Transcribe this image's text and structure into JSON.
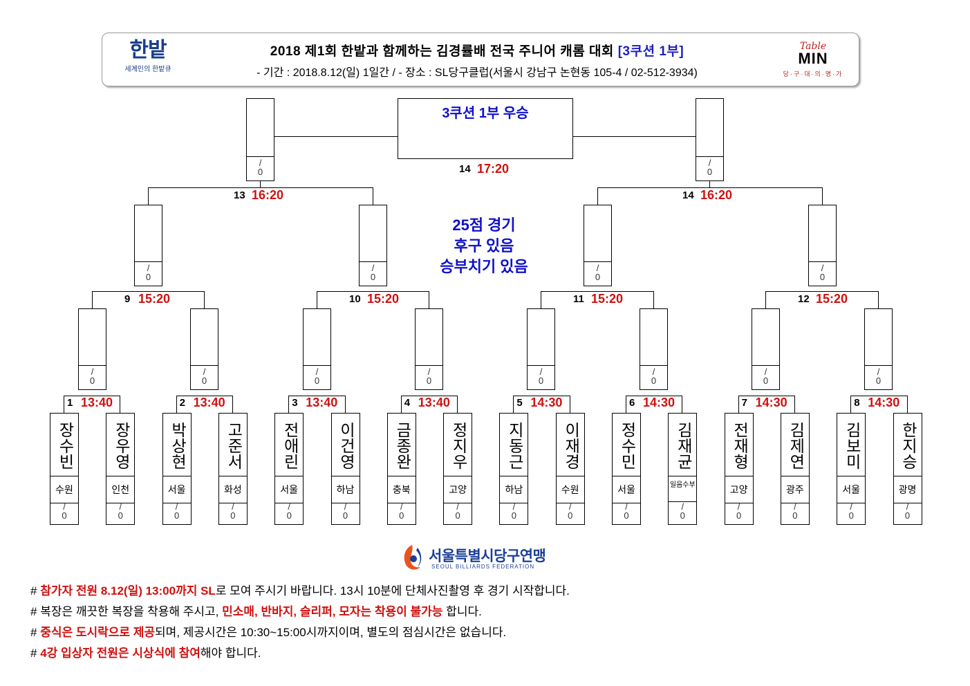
{
  "header": {
    "logo_left": "한밭",
    "logo_left_sub": "세계인의 한밭큐",
    "title_main": "2018 제1회 한밭과 함께하는 김경률배 전국 주니어 캐롬 대회",
    "title_highlight": "[3쿠션 1부]",
    "subtitle": "- 기간 : 2018.8.12(일) 1일간 / - 장소 : SL당구클럽(서울시 강남구 논현동 105-4 / 02-512-3934)",
    "logo_right_top": "Table",
    "logo_right_main": "MIN",
    "logo_right_sub": "당·구·대·의·명·가"
  },
  "final": {
    "title": "3쿠션 1부 우승",
    "match_no": "14",
    "time": "17:20"
  },
  "center_note": [
    "25점 경기",
    "후구 있음",
    "승부치기 있음"
  ],
  "score_placeholder": "/\n0",
  "semis": [
    {
      "no": "13",
      "time": "16:20"
    },
    {
      "no": "14",
      "time": "16:20"
    }
  ],
  "quarters": [
    {
      "no": "9",
      "time": "15:20"
    },
    {
      "no": "10",
      "time": "15:20"
    },
    {
      "no": "11",
      "time": "15:20"
    },
    {
      "no": "12",
      "time": "15:20"
    }
  ],
  "round16": [
    {
      "no": "1",
      "time": "13:40"
    },
    {
      "no": "2",
      "time": "13:40"
    },
    {
      "no": "3",
      "time": "13:40"
    },
    {
      "no": "4",
      "time": "13:40"
    },
    {
      "no": "5",
      "time": "14:30"
    },
    {
      "no": "6",
      "time": "14:30"
    },
    {
      "no": "7",
      "time": "14:30"
    },
    {
      "no": "8",
      "time": "14:30"
    }
  ],
  "players": [
    {
      "name": "장수빈",
      "region": "수원"
    },
    {
      "name": "장우영",
      "region": "인천"
    },
    {
      "name": "박상현",
      "region": "서울"
    },
    {
      "name": "고준서",
      "region": "화성"
    },
    {
      "name": "전애린",
      "region": "서울"
    },
    {
      "name": "이건영",
      "region": "하남"
    },
    {
      "name": "금종완",
      "region": "충북"
    },
    {
      "name": "정지우",
      "region": "고양"
    },
    {
      "name": "지동근",
      "region": "하남"
    },
    {
      "name": "이재경",
      "region": "수원"
    },
    {
      "name": "정수민",
      "region": "서울"
    },
    {
      "name": "김재균",
      "region": "일음수부"
    },
    {
      "name": "전재형",
      "region": "고양"
    },
    {
      "name": "김제연",
      "region": "광주"
    },
    {
      "name": "김보미",
      "region": "서울"
    },
    {
      "name": "한지승",
      "region": "광명"
    }
  ],
  "federation": {
    "name": "서울특별시당구연맹",
    "english": "SEOUL BILLIARDS FEDERATION"
  },
  "notes": [
    {
      "hash": "#",
      "parts": [
        {
          "t": "참가자 전원 8.12(일) 13:00까지 SL",
          "red": true
        },
        {
          "t": "로 모여 주시기 바랍니다. 13시 10분에 단체사진촬영 후 경기 시작합니다.",
          "red": false
        }
      ]
    },
    {
      "hash": "#",
      "parts": [
        {
          "t": "복장은 깨끗한 복장을 착용해 주시고, ",
          "red": false
        },
        {
          "t": "민소매, 반바지, 슬리퍼, 모자는 착용이 불가능",
          "red": true
        },
        {
          "t": " 합니다.",
          "red": false
        }
      ]
    },
    {
      "hash": "#",
      "parts": [
        {
          "t": "중식은 도시락으로 제공",
          "red": true
        },
        {
          "t": "되며, 제공시간은 10:30~15:00시까지이며, 별도의 점심시간은 없습니다.",
          "red": false
        }
      ]
    },
    {
      "hash": "#",
      "parts": [
        {
          "t": "4강 입상자 전원은 시상식에 참여",
          "red": true
        },
        {
          "t": "해야 합니다.",
          "red": false
        }
      ]
    }
  ],
  "colors": {
    "red": "#d01010",
    "blue": "#1010c8",
    "navy": "#1c3f96"
  }
}
